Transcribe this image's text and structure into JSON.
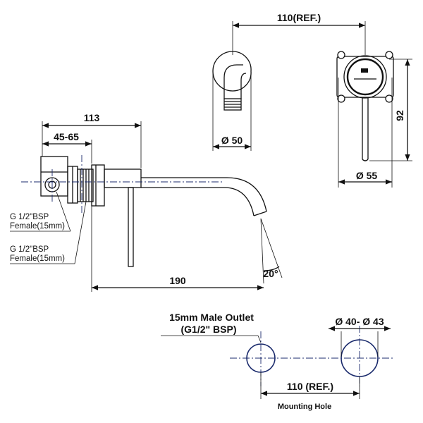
{
  "dimensions": {
    "top_width": "110(REF.)",
    "outlet_diameter": "Ø 50",
    "body_height": "92",
    "body_diameter": "Ø 55",
    "overall_depth": "113",
    "wall_range": "45-65",
    "spout_length": "190",
    "spout_angle": "20°",
    "hole_diameter": "Ø 40- Ø 43",
    "hole_spacing": "110 (REF.)"
  },
  "notes": {
    "inlet_1_line1": "G 1/2\"BSP",
    "inlet_1_line2": "Female(15mm)",
    "inlet_2_line1": "G 1/2\"BSP",
    "inlet_2_line2": "Female(15mm)"
  },
  "mounting": {
    "title_line1": "15mm Male Outlet",
    "title_line2": "(G1/2\" BSP)",
    "caption": "Mounting Hole"
  }
}
